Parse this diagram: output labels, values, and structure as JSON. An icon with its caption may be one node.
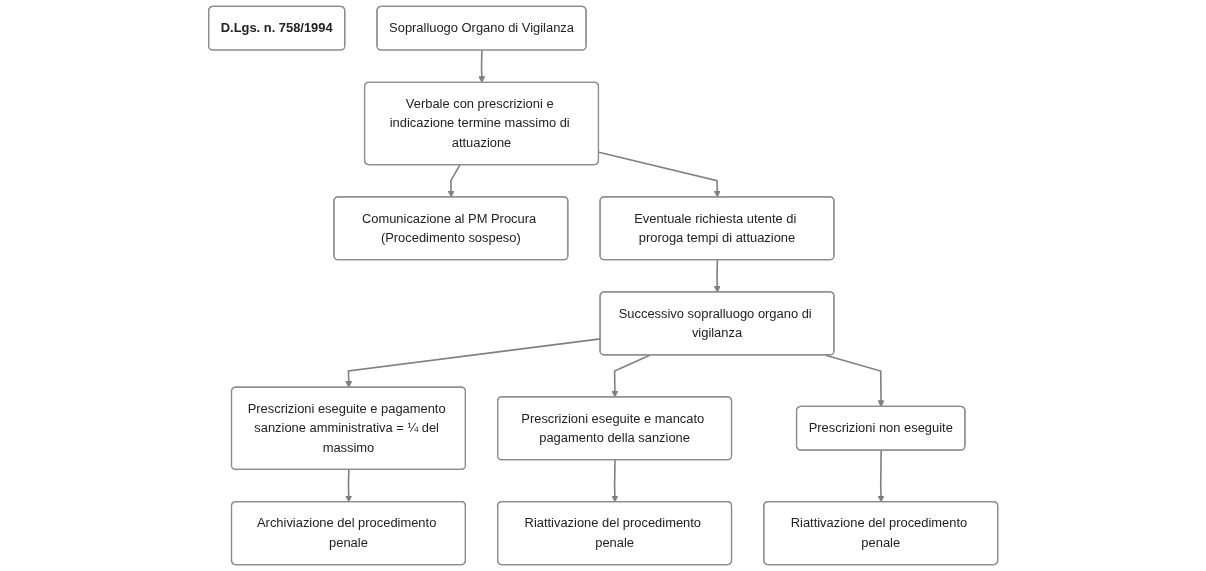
{
  "diagram": {
    "nodes": [
      {
        "text": [
          "D.Lgs. n. 758/1994"
        ]
      },
      {
        "text": [
          "Sopralluogo Organo di Vigilanza"
        ]
      },
      {
        "text": [
          "Verbale con prescrizioni e indicazione termine massimo di attuazione"
        ]
      },
      {
        "text": [
          "Comunicazione al PM Procura (Procedimento sospeso)"
        ]
      },
      {
        "text": [
          "Prescrizioni eseguite e pagamento sanzione amministrativa = ¼ del massimo"
        ]
      },
      {
        "text": [
          "Eventuale richiesta utente di proroga tempi di attuazione"
        ]
      },
      {
        "text": [
          "Prescrizioni eseguite e mancato pagamento della sanzione"
        ]
      },
      {
        "text": [
          "Successivo sopralluogo organo di vigilanza"
        ]
      },
      {
        "text": [
          "Prescrizioni non eseguite"
        ]
      },
      {
        "text": [
          "Archiviazione del procedimento penale"
        ]
      },
      {
        "text": [
          "Riattivazione del procedimento penale"
        ]
      },
      {
        "text": [
          "Riattivazione del procedimento penale"
        ]
      }
    ],
    "edges": [
      {
        "from": 1,
        "to": 2,
        "arrow": "to"
      },
      {
        "from": 2,
        "to": 3,
        "arrow": "to"
      },
      {
        "from": 2,
        "to": 5,
        "arrow": "to"
      },
      {
        "from": 5,
        "to": 7,
        "arrow": "to"
      },
      {
        "from": 7,
        "to": 4,
        "arrow": "to"
      },
      {
        "from": 7,
        "to": 6,
        "arrow": "to"
      },
      {
        "from": 7,
        "to": 8,
        "arrow": "to"
      },
      {
        "from": 4,
        "to": 9,
        "arrow": "to"
      },
      {
        "from": 6,
        "to": 10,
        "arrow": "to"
      },
      {
        "from": 8,
        "to": 11,
        "arrow": "to"
      }
    ]
  }
}
